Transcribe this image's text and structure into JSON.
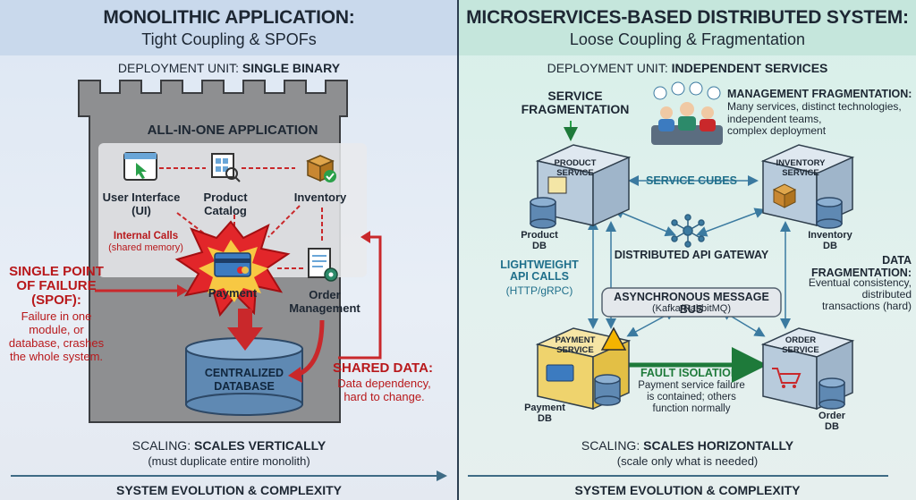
{
  "left": {
    "title": "MONOLITHIC APPLICATION:",
    "subtitle": "Tight Coupling & SPOFs",
    "deployment_prefix": "DEPLOYMENT UNIT: ",
    "deployment_value": "SINGLE BINARY",
    "app_title": "ALL-IN-ONE APPLICATION",
    "modules": {
      "ui": "User Interface\n(UI)",
      "catalog": "Product\nCatalog",
      "inventory": "Inventory",
      "payment": "Payment",
      "order": "Order\nManagement"
    },
    "internal_calls": "Internal Calls",
    "shared_memory": "(shared memory)",
    "spof_title": "SINGLE POINT\nOF FAILURE\n(SPOF):",
    "spof_body": "Failure in one\nmodule, or\ndatabase, crashes\nthe whole system.",
    "database": "CENTRALIZED\nDATABASE",
    "shared_data_title": "SHARED DATA:",
    "shared_data_body": "Data dependency,\nhard to change.",
    "scaling_prefix": "SCALING: ",
    "scaling_value": "SCALES VERTICALLY",
    "scaling_note": "(must duplicate entire monolith)",
    "footer": "SYSTEM EVOLUTION & COMPLEXITY"
  },
  "right": {
    "title": "MICROSERVICES-BASED DISTRIBUTED SYSTEM:",
    "subtitle": "Loose Coupling & Fragmentation",
    "deployment_prefix": "DEPLOYMENT UNIT: ",
    "deployment_value": "INDEPENDENT SERVICES",
    "service_frag": "SERVICE\nFRAGMENTATION",
    "mgmt_title": "MANAGEMENT FRAGMENTATION:",
    "mgmt_body": "Many services, distinct technologies,\nindependent teams,\ncomplex deployment",
    "product_service": "PRODUCT\nSERVICE",
    "inventory_service": "INVENTORY\nSERVICE",
    "payment_service": "PAYMENT\nSERVICE",
    "order_service": "ORDER\nSERVICE",
    "service_cubes": "SERVICE CUBES",
    "product_db": "Product\nDB",
    "inventory_db": "Inventory\nDB",
    "payment_db": "Payment\nDB",
    "order_db": "Order\nDB",
    "gateway": "DISTRIBUTED API GATEWAY",
    "lightweight_title": "LIGHTWEIGHT\nAPI CALLS",
    "lightweight_note": "(HTTP/gRPC)",
    "bus_title": "ASYNCHRONOUS MESSAGE BUS",
    "bus_note": "(Kafka/RabbitMQ)",
    "data_frag_title": "DATA\nFRAGMENTATION:",
    "data_frag_body": "Eventual consistency,\ndistributed\ntransactions (hard)",
    "fault_title": "FAULT ISOLATION:",
    "fault_body": "Payment service failure\nis contained; others\nfunction normally",
    "scaling_prefix": "SCALING: ",
    "scaling_value": "SCALES HORIZONTALLY",
    "scaling_note": "(scale only what is needed)",
    "footer": "SYSTEM EVOLUTION & COMPLEXITY"
  },
  "colors": {
    "danger": "#b8181b",
    "accent": "#1f6f8b",
    "success": "#1e7a3a",
    "castle": "#8e8f91"
  }
}
